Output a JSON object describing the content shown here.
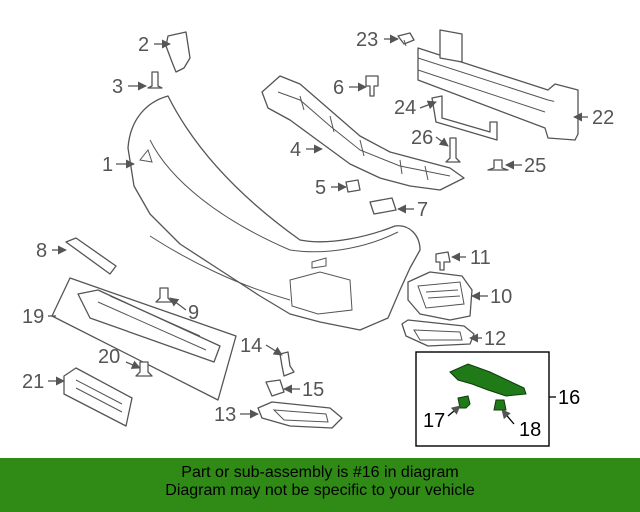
{
  "diagram": {
    "callouts": {
      "p1": "1",
      "p2": "2",
      "p3": "3",
      "p4": "4",
      "p5": "5",
      "p6": "6",
      "p7": "7",
      "p8": "8",
      "p9": "9",
      "p10": "10",
      "p11": "11",
      "p12": "12",
      "p13": "13",
      "p14": "14",
      "p15": "15",
      "p16": "16",
      "p17": "17",
      "p18": "18",
      "p19": "19",
      "p20": "20",
      "p21": "21",
      "p22": "22",
      "p23": "23",
      "p24": "24",
      "p25": "25",
      "p26": "26"
    },
    "highlighted_part": "16",
    "highlight_color": "#1f7a17",
    "line_color": "#555555"
  },
  "footer": {
    "line1": "Part or sub-assembly is #16 in diagram",
    "line2": "Diagram may not be specific to your vehicle",
    "background": "#2f8a16"
  }
}
